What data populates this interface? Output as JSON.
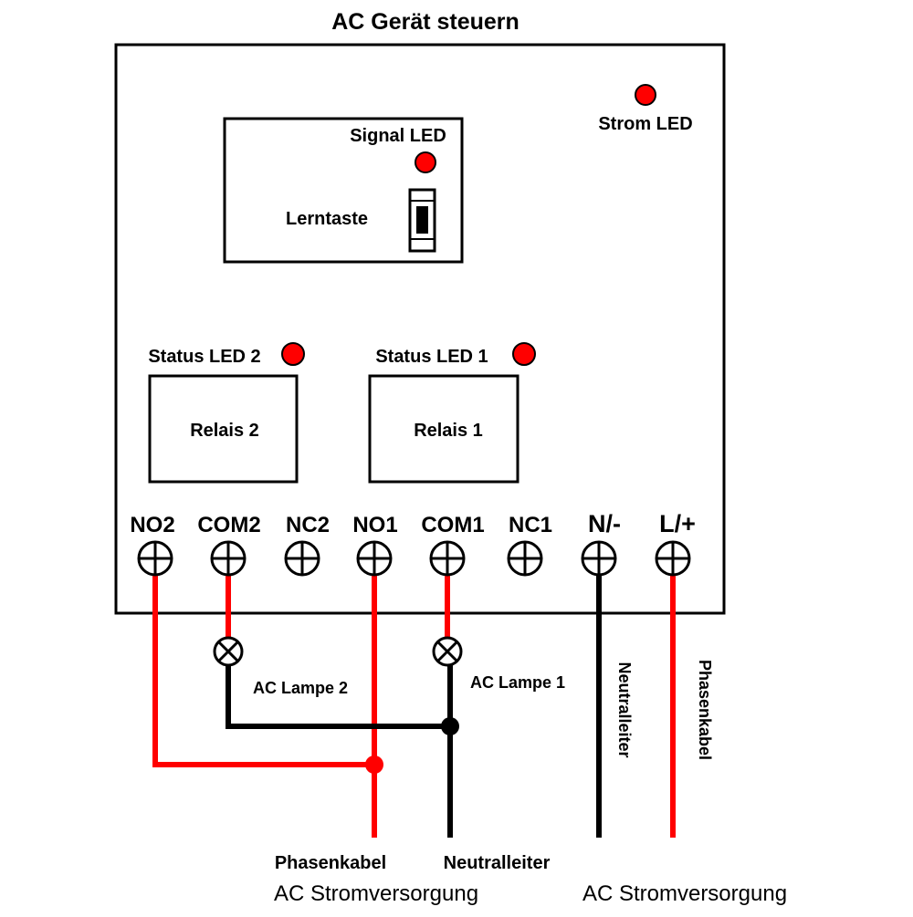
{
  "title": "AC Gerät steuern",
  "board": {
    "strom_led_label": "Strom LED",
    "module": {
      "signal_led_label": "Signal LED",
      "learn_button_label": "Lerntaste"
    },
    "relays": [
      {
        "status_label": "Status LED 2",
        "relay_label": "Relais 2"
      },
      {
        "status_label": "Status LED 1",
        "relay_label": "Relais 1"
      }
    ],
    "terminals": [
      "NO2",
      "COM2",
      "NC2",
      "NO1",
      "COM1",
      "NC1",
      "N/-",
      "L/+"
    ]
  },
  "wiring": {
    "lamp_2_label": "AC Lampe 2",
    "lamp_1_label": "AC Lampe 1",
    "neutral_vertical_label": "Neutralleiter",
    "phase_vertical_label": "Phasenkabel",
    "bottom_phase_label": "Phasenkabel",
    "bottom_neutral_label": "Neutralleiter",
    "supply_left_label": "AC Stromversorgung",
    "supply_right_label": "AC Stromversorgung"
  },
  "colors": {
    "led": "#ff0000",
    "phase_wire": "#ff0000",
    "neutral_wire": "#000000",
    "outline": "#000000"
  }
}
